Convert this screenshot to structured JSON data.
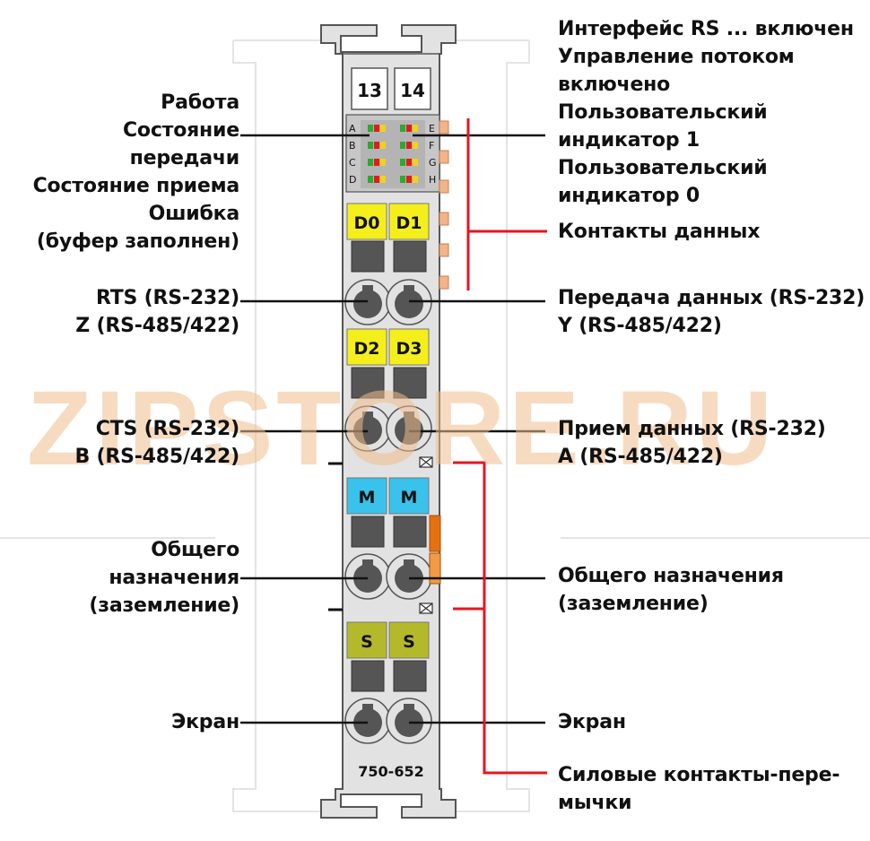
{
  "watermark": "ZIPSTORE.RU",
  "module": {
    "terminal_numbers": [
      "13",
      "14"
    ],
    "led_letters_left": [
      "A",
      "B",
      "C",
      "D"
    ],
    "led_letters_right": [
      "E",
      "F",
      "G",
      "H"
    ],
    "slot_labels": [
      "D0",
      "D1",
      "D2",
      "D3",
      "M",
      "M",
      "S",
      "S"
    ],
    "model": "750-652",
    "colors": {
      "data_slot": "#f4ef1a",
      "ground_slot": "#38c2ec",
      "shield_slot": "#b4b92c",
      "housing": "#e2e2e2",
      "contacts": "#f2b48a",
      "power_jumper": "#e6700e",
      "jumper_line": "#e8141e"
    }
  },
  "labels_left": {
    "led_group": [
      "Работа",
      "Состояние",
      "передачи",
      "Состояние приема",
      "Ошибка",
      "(буфер заполнен)"
    ],
    "rts": [
      "RTS (RS-232)",
      "Z (RS-485/422)"
    ],
    "cts": [
      "CTS (RS-232)",
      "B (RS-485/422)"
    ],
    "ground": [
      "Общего",
      "назначения",
      "(заземление)"
    ],
    "shield": [
      "Экран"
    ]
  },
  "labels_right": {
    "led_group": [
      "Интерфейс RS ... включен",
      "Управление потоком",
      "включено",
      "Пользовательский",
      "индикатор 1",
      "Пользовательский",
      "индикатор 0"
    ],
    "data_contacts": [
      "Контакты данных"
    ],
    "txd": [
      "Передача данных (RS-232)",
      "Y (RS-485/422)"
    ],
    "rxd": [
      "Прием данных (RS-232)",
      "A (RS-485/422)"
    ],
    "ground": [
      "Общего назначения",
      "(заземление)"
    ],
    "shield": [
      "Экран"
    ],
    "power_jumper": [
      "Силовые контакты-пере-",
      "мычки"
    ]
  }
}
